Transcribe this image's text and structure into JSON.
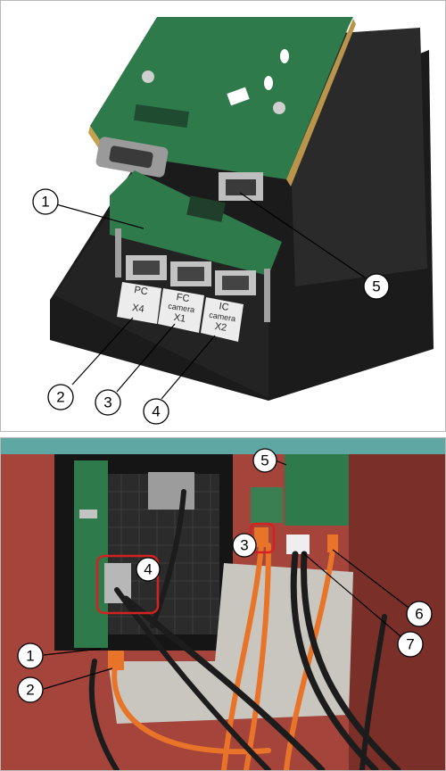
{
  "top_photo": {
    "port_labels": [
      {
        "line1": "PC",
        "line2": "",
        "line3": "X4"
      },
      {
        "line1": "FC",
        "line2": "camera",
        "line3": "X1"
      },
      {
        "line1": "IC",
        "line2": "camera",
        "line3": "X2"
      }
    ],
    "callouts": [
      "1",
      "2",
      "3",
      "4",
      "5"
    ]
  },
  "bottom_photo": {
    "callouts": [
      "1",
      "2",
      "3",
      "4",
      "5",
      "6",
      "7"
    ]
  },
  "colors": {
    "pcb_green": "#2f7a4a",
    "base_black": "#1a1a1a",
    "cable_orange": "#e8742a",
    "cable_black": "#1c1c1c",
    "wall_red": "#a5443a",
    "plate_silver": "#c9c6c0",
    "highlight_red": "#d42222"
  }
}
